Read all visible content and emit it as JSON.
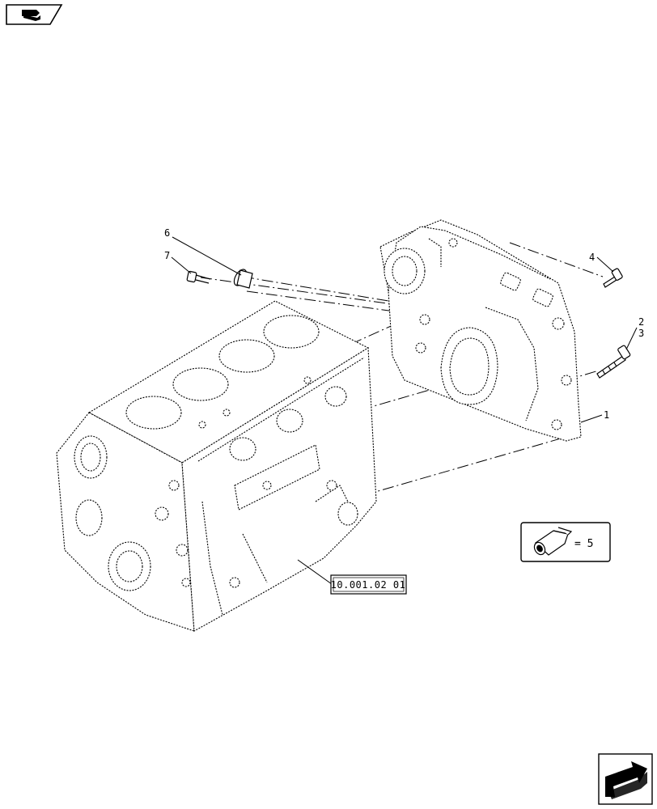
{
  "nav": {
    "top_left_icon": "book-hand-icon",
    "bottom_right_icon": "next-page-arrow-icon"
  },
  "diagram": {
    "callouts": {
      "c1": "1",
      "c2": "2",
      "c3": "3",
      "c4": "4",
      "c6": "6",
      "c7": "7"
    },
    "reference_box": "10.001.02 01",
    "legend": {
      "icon": "sealant-tube-icon",
      "text": "= 5"
    }
  }
}
